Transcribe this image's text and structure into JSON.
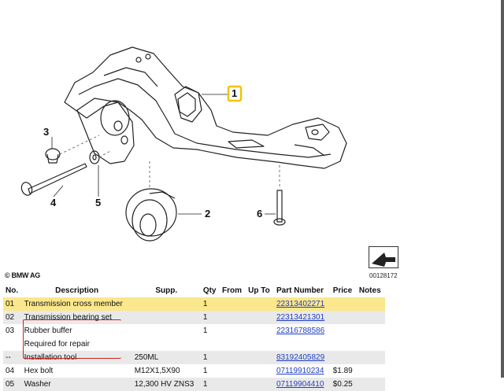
{
  "diagram": {
    "callouts": [
      "1",
      "2",
      "3",
      "4",
      "5",
      "6"
    ],
    "copyright": "© BMW AG",
    "image_code": "00128172",
    "highlight_color": "#f2c300"
  },
  "table": {
    "headers": [
      "No.",
      "Description",
      "Supp.",
      "Qty",
      "From",
      "Up To",
      "Part Number",
      "Price",
      "Notes"
    ],
    "rows": [
      {
        "no": "01",
        "desc": "Transmission cross member",
        "supp": "",
        "qty": "1",
        "from": "",
        "upto": "",
        "pn": "22313402271",
        "price": "",
        "notes": ""
      },
      {
        "no": "02",
        "desc": "Transmission bearing set",
        "supp": "",
        "qty": "1",
        "from": "",
        "upto": "",
        "pn": "22313421301",
        "price": "",
        "notes": ""
      },
      {
        "no": "03",
        "desc": "Rubber buffer",
        "supp": "",
        "qty": "1",
        "from": "",
        "upto": "",
        "pn": "22316788586",
        "price": "",
        "notes": ""
      },
      {
        "no": "",
        "desc": "Required for repair",
        "supp": "",
        "qty": "",
        "from": "",
        "upto": "",
        "pn": "",
        "price": "",
        "notes": ""
      },
      {
        "no": "--",
        "desc": "Installation tool",
        "supp": "250ML",
        "qty": "1",
        "from": "",
        "upto": "",
        "pn": "83192405829",
        "price": "",
        "notes": ""
      },
      {
        "no": "04",
        "desc": "Hex bolt",
        "supp": "M12X1,5X90",
        "qty": "1",
        "from": "",
        "upto": "",
        "pn": "07119910234",
        "price": "$1.89",
        "notes": ""
      },
      {
        "no": "05",
        "desc": "Washer",
        "supp": "12,300 HV ZNS3",
        "qty": "1",
        "from": "",
        "upto": "",
        "pn": "07119904410",
        "price": "$0.25",
        "notes": ""
      }
    ]
  }
}
